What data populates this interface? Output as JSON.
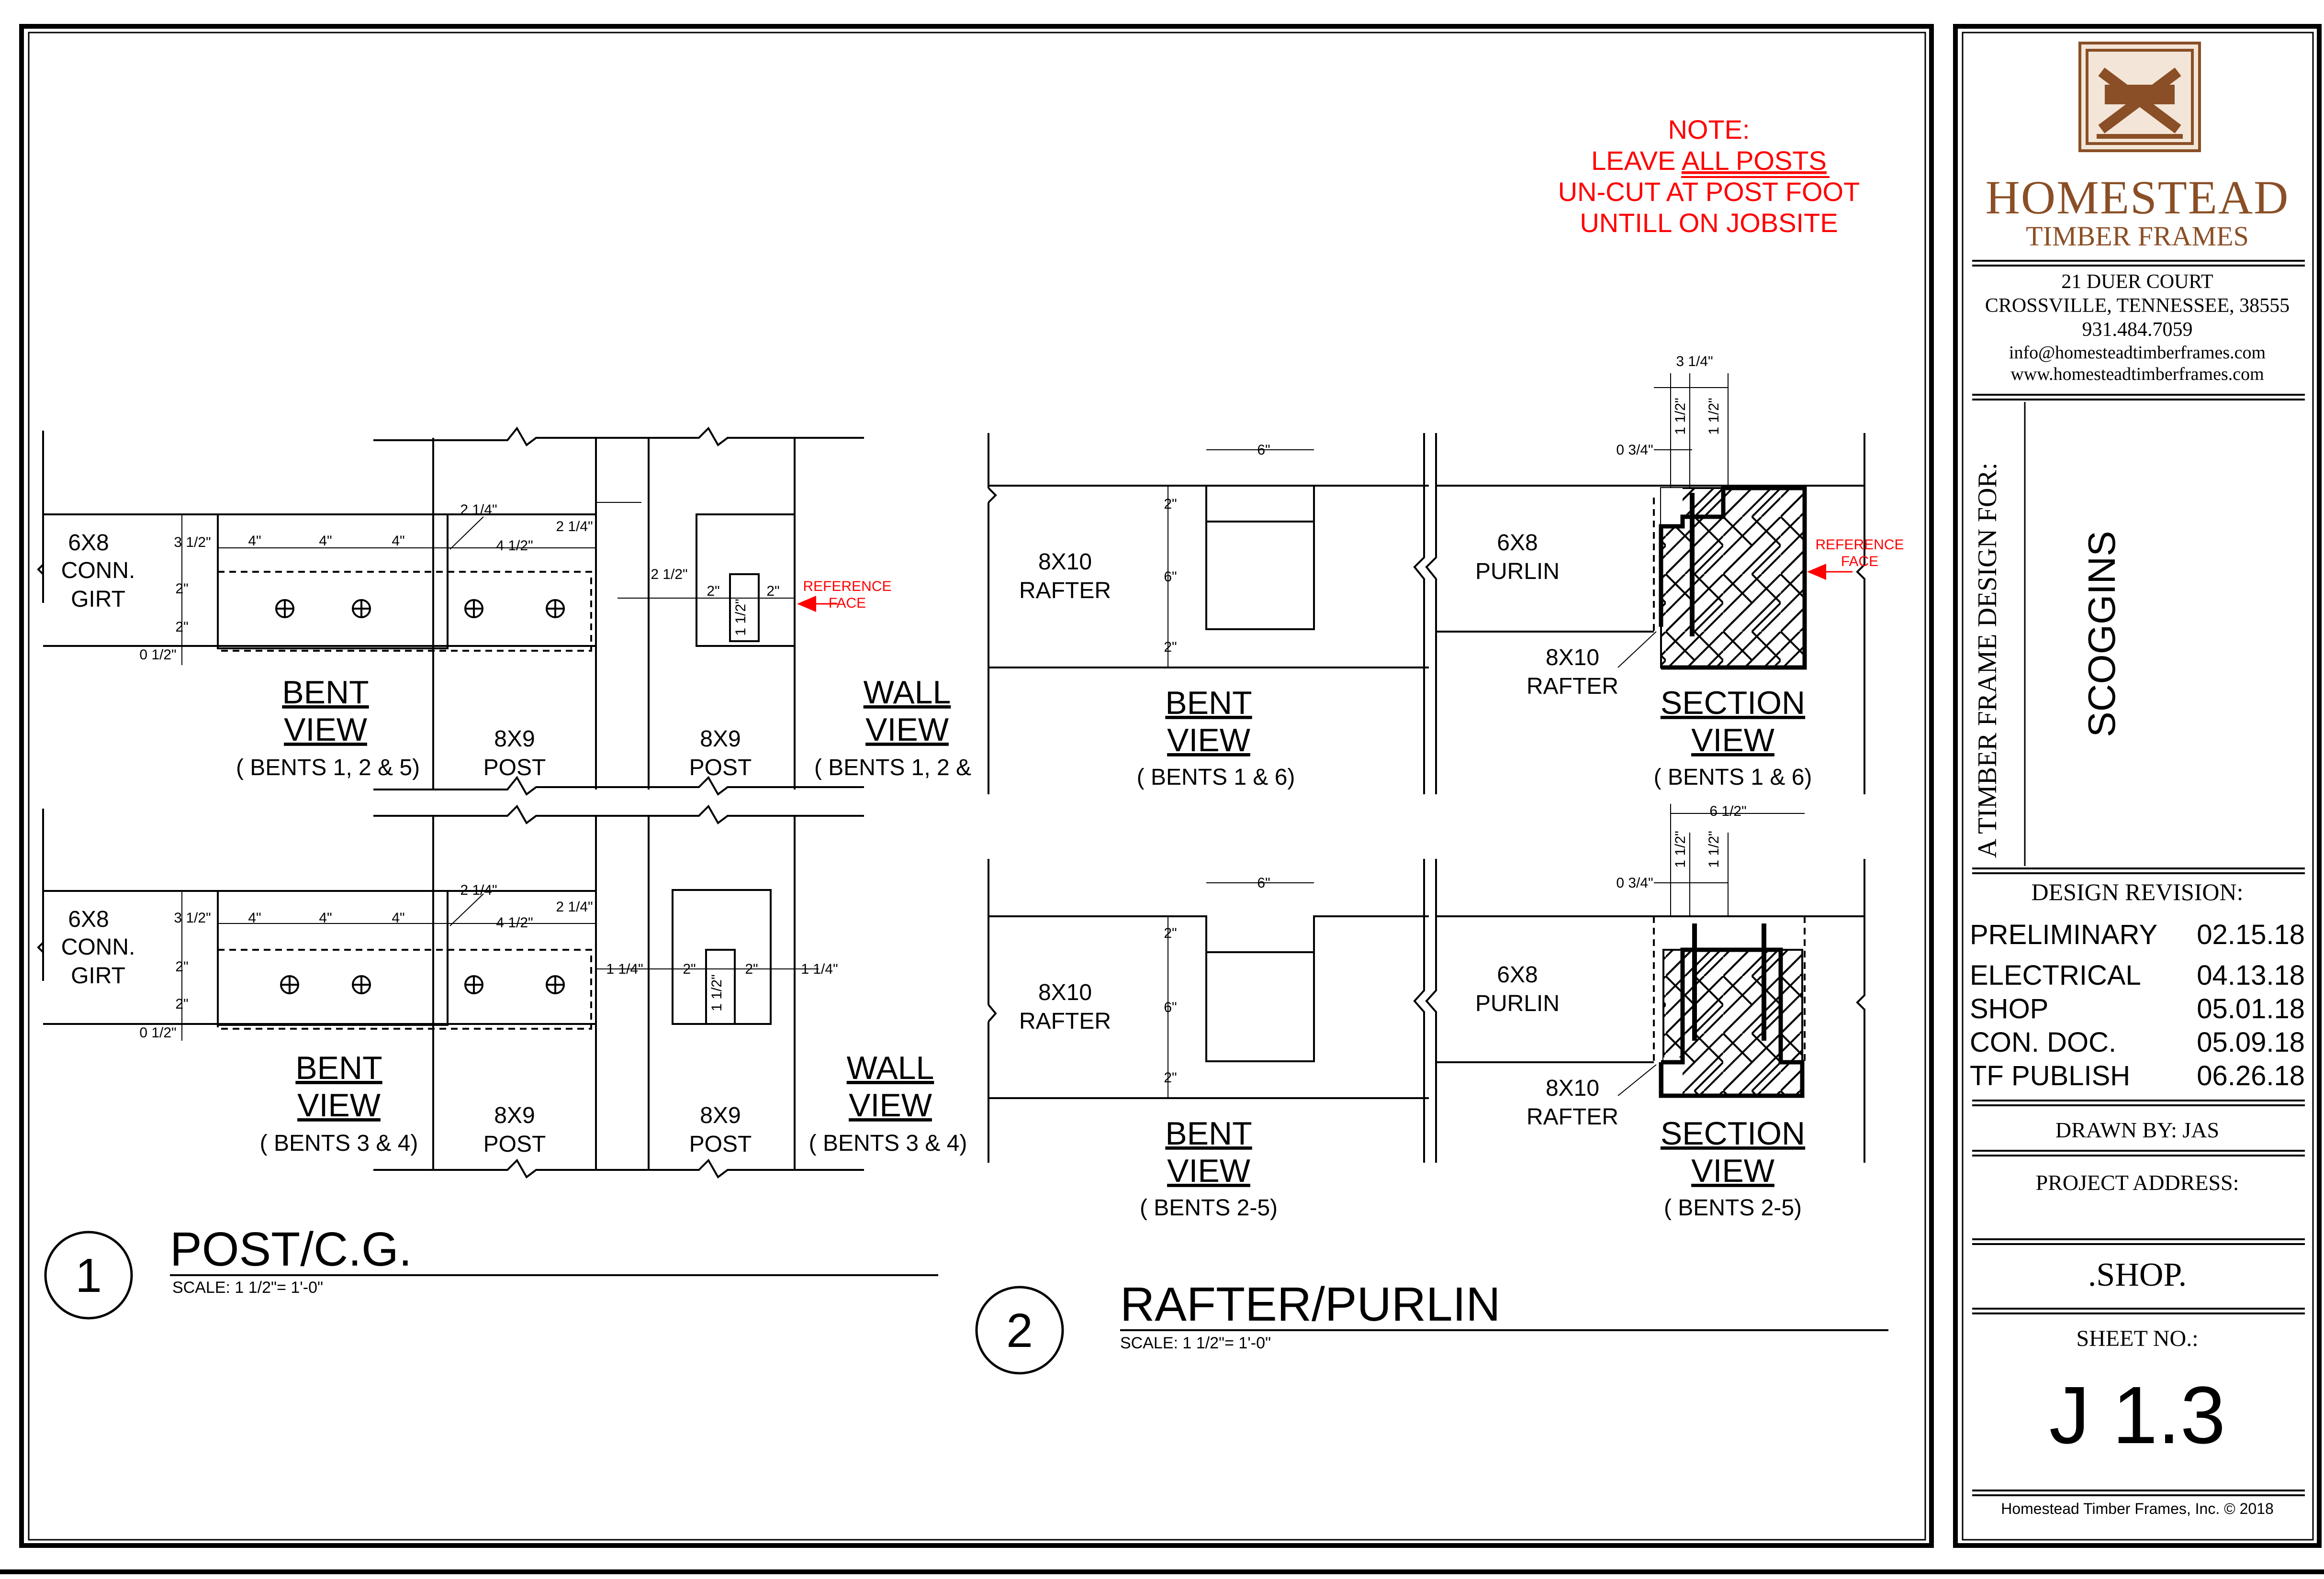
{
  "note": {
    "line1": "NOTE:",
    "line2_prefix": "LEAVE ",
    "line2_underlined": "ALL POSTS",
    "line3": "UN-CUT AT POST FOOT",
    "line4": "UNTILL ON JOBSITE",
    "color": "#ff0000"
  },
  "detail1": {
    "number": "1",
    "title": "POST/C.G.",
    "scale": "SCALE: 1 1/2\"=    1'-0\"",
    "upper": {
      "girt_label": [
        "6X8",
        "CONN.",
        "GIRT"
      ],
      "bent_view": [
        "BENT",
        "VIEW"
      ],
      "bent_sub": "( BENTS 1, 2 & 5)",
      "post1": [
        "8X9",
        "POST"
      ],
      "post2": [
        "8X9",
        "POST"
      ],
      "wall_view": [
        "WALL",
        "VIEW"
      ],
      "wall_sub": "( BENTS 1, 2 &",
      "dims": {
        "d3_5": "3 1/2\"",
        "d4a": "4\"",
        "d4b": "4\"",
        "d4c": "4\"",
        "d2_25": "2 1/4\"",
        "d4_5": "4 1/2\"",
        "d2_25b": "2 1/4\"",
        "d2a": "2\"",
        "d2b": "2\"",
        "d0_5": "0 1/2\"",
        "d2_5": "2 1/2\"",
        "w2a": "2\"",
        "w2b": "2\"",
        "w1_5": "1 1/2\""
      },
      "ref_face": [
        "REFERENCE",
        "FACE"
      ]
    },
    "lower": {
      "girt_label": [
        "6X8",
        "CONN.",
        "GIRT"
      ],
      "bent_view": [
        "BENT",
        "VIEW"
      ],
      "bent_sub": "( BENTS 3 & 4)",
      "post1": [
        "8X9",
        "POST"
      ],
      "post2": [
        "8X9",
        "POST"
      ],
      "wall_view": [
        "WALL",
        "VIEW"
      ],
      "wall_sub": "( BENTS 3 & 4)",
      "dims": {
        "d3_5": "3 1/2\"",
        "d4a": "4\"",
        "d4b": "4\"",
        "d4c": "4\"",
        "d2_25": "2 1/4\"",
        "d4_5": "4 1/2\"",
        "d2_25b": "2 1/4\"",
        "d2a": "2\"",
        "d2b": "2\"",
        "d0_5": "0 1/2\"",
        "w1_25a": "1 1/4\"",
        "w2a": "2\"",
        "w2b": "2\"",
        "w1_25b": "1 1/4\"",
        "w1_5": "1 1/2\""
      }
    }
  },
  "detail2": {
    "number": "2",
    "title": "RAFTER/PURLIN",
    "scale": "SCALE: 1 1/2\"=    1'-0\"",
    "upper": {
      "rafter": [
        "8X10",
        "RAFTER"
      ],
      "purlin": [
        "6X8",
        "PURLIN"
      ],
      "rafter2": [
        "8X10",
        "RAFTER"
      ],
      "bent_view": [
        "BENT",
        "VIEW"
      ],
      "bent_sub": "( BENTS 1 & 6)",
      "section_view": [
        "SECTION",
        "VIEW"
      ],
      "section_sub": "( BENTS 1 & 6)",
      "dims": {
        "w6": "6\"",
        "v2a": "2\"",
        "v6": "6\"",
        "v2b": "2\"",
        "s3_25": "3 1/4\"",
        "s1_5a": "1 1/2\"",
        "s1_5b": "1 1/2\"",
        "s0_75": "0 3/4\""
      },
      "ref_face": [
        "REFERENCE",
        "FACE"
      ]
    },
    "lower": {
      "rafter": [
        "8X10",
        "RAFTER"
      ],
      "purlin": [
        "6X8",
        "PURLIN"
      ],
      "rafter2": [
        "8X10",
        "RAFTER"
      ],
      "bent_view": [
        "BENT",
        "VIEW"
      ],
      "bent_sub": "( BENTS 2-5)",
      "section_view": [
        "SECTION",
        "VIEW"
      ],
      "section_sub": "( BENTS 2-5)",
      "dims": {
        "w6": "6\"",
        "v2a": "2\"",
        "v6": "6\"",
        "v2b": "2\"",
        "s6_5": "6 1/2\"",
        "s1_5a": "1 1/2\"",
        "s1_5b": "1 1/2\"",
        "s0_75": "0 3/4\""
      }
    }
  },
  "title_block": {
    "brand_line1": "HOMESTEAD",
    "brand_line2": "TIMBER FRAMES",
    "address1": "21 DUER COURT",
    "address2": "CROSSVILLE, TENNESSEE, 38555",
    "phone": "931.484.7059",
    "email": "info@homesteadtimberframes.com",
    "website": "www.homesteadtimberframes.com",
    "design_for": "A TIMBER FRAME DESIGN FOR:",
    "client": "SCOGGINS",
    "design_revision": "DESIGN REVISION:",
    "revisions": [
      {
        "name": "PRELIMINARY",
        "date": "02.15.18"
      },
      {
        "name": "ELECTRICAL",
        "date": "04.13.18"
      },
      {
        "name": "SHOP",
        "date": "05.01.18"
      },
      {
        "name": "CON. DOC.",
        "date": "05.09.18"
      },
      {
        "name": "TF PUBLISH",
        "date": "06.26.18"
      }
    ],
    "drawn_by": "DRAWN BY: JAS",
    "project_address": "PROJECT ADDRESS:",
    "project": ".SHOP.",
    "sheet_no_label": "SHEET NO.:",
    "sheet_no": "J 1.3",
    "copyright": "Homestead Timber Frames, Inc. © 2018",
    "brand_color": "#8a4f26"
  }
}
